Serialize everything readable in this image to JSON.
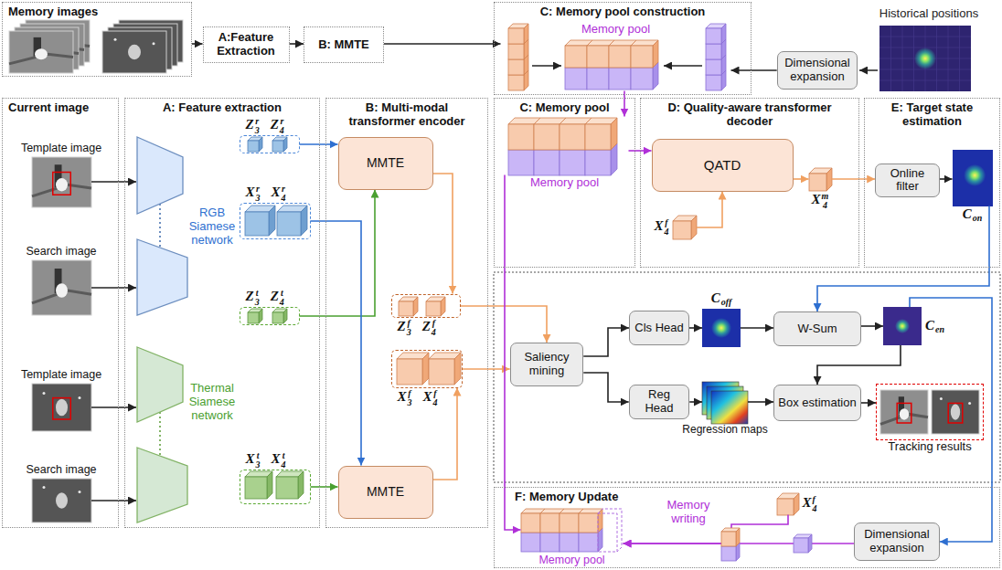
{
  "diagram": {
    "nodes": [
      {
        "text": [
          "Memory images"
        ]
      },
      {
        "text": [
          "A:Feature Extraction"
        ]
      },
      {
        "text": [
          "B: MMTE"
        ]
      },
      {
        "text": [
          "C: Memory pool construction"
        ]
      },
      {
        "text": [
          "Memory pool"
        ],
        "in": 3
      },
      {
        "text": [
          "Dimensional expansion"
        ]
      },
      {
        "text": [
          "Current image"
        ]
      },
      {
        "text": [
          "Template image"
        ],
        "in": 6
      },
      {
        "text": [
          "Search image"
        ],
        "in": 6
      },
      {
        "text": [
          "Template image"
        ],
        "in": 6
      },
      {
        "text": [
          "Search image"
        ],
        "in": 6
      },
      {
        "text": [
          "A: Feature extraction"
        ]
      },
      {
        "text": [
          "Z3r",
          "Z4r"
        ],
        "in": 11
      },
      {
        "text": [
          "X3r",
          "X4r"
        ],
        "in": 11
      },
      {
        "text": [
          "Z3t",
          "Z4t"
        ],
        "in": 11
      },
      {
        "text": [
          "X3t",
          "X4t"
        ],
        "in": 11
      },
      {
        "text": [
          "B: Multi-modal transformer encoder"
        ]
      },
      {
        "text": [
          "MMTE"
        ],
        "in": 16
      },
      {
        "text": [
          "MMTE"
        ],
        "in": 16
      },
      {
        "text": [
          "Z3f",
          "Z4f"
        ],
        "in": 16
      },
      {
        "text": [
          "X3f",
          "X4f"
        ],
        "in": 16
      },
      {
        "text": [
          "C: Memory pool"
        ]
      },
      {
        "text": [
          "Memory pool"
        ],
        "in": 21
      },
      {
        "text": [
          "D: Quality-aware transformer decoder"
        ]
      },
      {
        "text": [
          "QATD"
        ],
        "in": 23
      },
      {
        "text": [
          "X4f"
        ],
        "in": 23
      },
      {
        "text": [
          "X4m"
        ],
        "in": 23
      },
      {
        "text": [
          "E: Target state estimation"
        ]
      },
      {
        "text": [
          "Online filter"
        ],
        "in": 27
      },
      {
        "text": [
          "Con"
        ],
        "in": 27
      },
      {
        "text": [
          "Saliency mining"
        ]
      },
      {
        "text": [
          "Cls Head"
        ]
      },
      {
        "text": [
          "Reg Head"
        ]
      },
      {
        "text": [
          "Coff"
        ]
      },
      {
        "text": [
          "W-Sum"
        ]
      },
      {
        "text": [
          "Cen"
        ]
      },
      {
        "text": [
          "Regression maps"
        ]
      },
      {
        "text": [
          "Box estimation"
        ]
      },
      {
        "text": [
          "Tracking results"
        ]
      },
      {
        "text": [
          "F: Memory Update"
        ]
      },
      {
        "text": [
          "Memory pool"
        ],
        "in": 39
      },
      {
        "text": [
          "X4f"
        ],
        "in": 39
      },
      {
        "text": [
          "Dimensional expansion"
        ],
        "in": 39
      }
    ],
    "edges": [
      {
        "from": 0,
        "to": 1,
        "arrow": "to"
      },
      {
        "from": 1,
        "to": 2,
        "arrow": "to"
      },
      {
        "from": 2,
        "to": 4,
        "arrow": "to"
      },
      {
        "from": 5,
        "to": 4,
        "arrow": "to"
      },
      {
        "from": 4,
        "to": 22,
        "arrow": "to"
      },
      {
        "from": 12,
        "to": 17,
        "arrow": "to"
      },
      {
        "from": 14,
        "to": 17,
        "arrow": "to"
      },
      {
        "from": 13,
        "to": 18,
        "arrow": "to"
      },
      {
        "from": 15,
        "to": 18,
        "arrow": "to"
      },
      {
        "from": 17,
        "to": 19,
        "arrow": "to"
      },
      {
        "from": 18,
        "to": 20,
        "arrow": "to"
      },
      {
        "from": 19,
        "to": 30,
        "arrow": "to"
      },
      {
        "from": 20,
        "to": 30,
        "arrow": "to"
      },
      {
        "from": 22,
        "to": 24,
        "arrow": "to"
      },
      {
        "from": 25,
        "to": 24,
        "arrow": "to"
      },
      {
        "from": 24,
        "to": 26,
        "arrow": "to"
      },
      {
        "from": 26,
        "to": 28,
        "arrow": "to"
      },
      {
        "from": 28,
        "to": 29,
        "arrow": "to"
      },
      {
        "from": 29,
        "to": 34,
        "arrow": "to"
      },
      {
        "from": 30,
        "to": 31,
        "arrow": "to"
      },
      {
        "from": 30,
        "to": 32,
        "arrow": "to"
      },
      {
        "from": 31,
        "to": 33,
        "arrow": "to"
      },
      {
        "from": 33,
        "to": 34,
        "arrow": "to"
      },
      {
        "from": 34,
        "to": 35,
        "arrow": "to"
      },
      {
        "from": 35,
        "to": 37,
        "arrow": "to"
      },
      {
        "from": 32,
        "to": 36,
        "arrow": "to"
      },
      {
        "from": 36,
        "to": 37,
        "arrow": "to"
      },
      {
        "from": 37,
        "to": 38,
        "arrow": "to"
      },
      {
        "from": 35,
        "to": 42,
        "arrow": "to"
      },
      {
        "from": 22,
        "to": 40,
        "arrow": "to"
      },
      {
        "from": 41,
        "to": 40,
        "arrow": "to"
      },
      {
        "from": 42,
        "to": 40,
        "arrow": "to"
      }
    ],
    "labels": [
      "Historical positions",
      "RGB Siamese network",
      "Thermal Siamese network",
      "Memory writing"
    ]
  }
}
